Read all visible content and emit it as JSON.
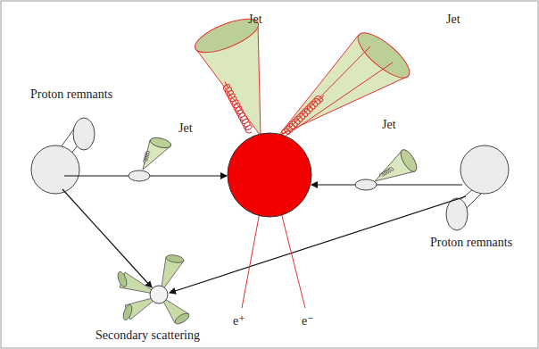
{
  "diagram": {
    "labels": [
      "Jet",
      "Jet",
      "Proton remnants",
      "Jet",
      "Jet",
      "Proton remnants",
      "Secondary scattering",
      "e⁺",
      "e⁻"
    ]
  }
}
